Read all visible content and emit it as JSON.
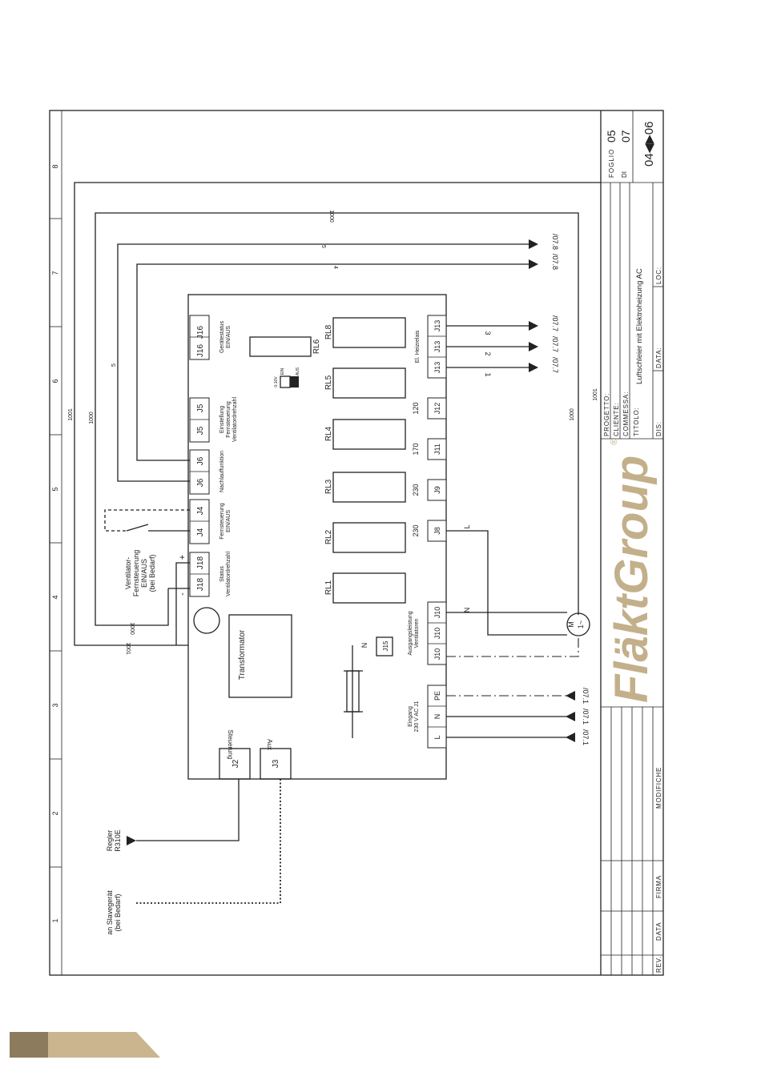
{
  "grid_numbers": [
    "1",
    "2",
    "3",
    "4",
    "5",
    "6",
    "7",
    "8"
  ],
  "terminals": {
    "J16": "J16",
    "J5": "J5",
    "J6": "J6",
    "J4": "J4",
    "J18": "J18",
    "J13": "J13",
    "J12": "J12",
    "J11": "J11",
    "J9": "J9",
    "J8": "J8",
    "J10": "J10",
    "J15": "J15",
    "J2": "J2",
    "J3": "J3",
    "PE": "PE",
    "N": "N",
    "L": "L"
  },
  "relays": [
    "RL1",
    "RL2",
    "RL3",
    "RL4",
    "RL5",
    "RL6",
    "RL8"
  ],
  "labels": {
    "geraetestatus": "Gerätestatus EIN/AUS",
    "einstellung": "Einstellung Fernsteuerung Ventilatordrehzahl",
    "nachlauf": "Nachlauffunktion",
    "fernsteuerung": "Fernsteuerung EIN/AUS",
    "status": "Status Ventilatordrehzahl",
    "heizrelais": "El. Heizrelais",
    "ausgang": "Ausgangsleistung Ventilatoren",
    "eingang": "Eingang 230 V AC J1",
    "transformator": "Transformator",
    "steuerung": "Steuerung",
    "aux": "Aux",
    "ventilator": "Ventilator- Fernsteuerung EIN/AUS (bei Bedarf)",
    "regler": "Regler R310E",
    "slave": "an Slavegerät (bei Bedarf)",
    "switch_090": "0-10V",
    "switch_ein": "EIN",
    "switch_aus": "AUS",
    "plus": "+",
    "minus": "-",
    "n_label": "N",
    "l_label": "L",
    "motor_m": "M",
    "motor_1": "1~",
    "v120": "120",
    "v170": "170",
    "v230a": "230",
    "v230b": "230"
  },
  "wires": {
    "w1000": "1000",
    "w1001": "1001",
    "w4": "4",
    "w5": "5",
    "n1": "1",
    "n2": "2",
    "n3": "3"
  },
  "refs": {
    "r078": "/07.8",
    "r077": "/07.7",
    "r071": "/07.1"
  },
  "title_block": {
    "foglio_label": "FOGLIO",
    "foglio_value": "05",
    "di_label": "DI",
    "di_value": "07",
    "nav": "04◀▶06",
    "progetto": "PROGETTO:",
    "cliente": "CLIENTE:",
    "commessa": "COMMESSA:",
    "titolo": "TITOLO:",
    "titolo_value": "Luftschleier mit Elektroheizung AC",
    "dis": "DIS:",
    "data": "DATA:",
    "loc": "LOC:",
    "rev": "REV.",
    "data2": "DATA",
    "firma": "FIRMA",
    "modifiche": "MODIFICHE",
    "brand": "FläktGroup",
    "reg": "®"
  },
  "colors": {
    "brand_gold": "#c3b08a",
    "footer_dark": "#8c7b5d",
    "footer_light": "#cbb58f"
  }
}
